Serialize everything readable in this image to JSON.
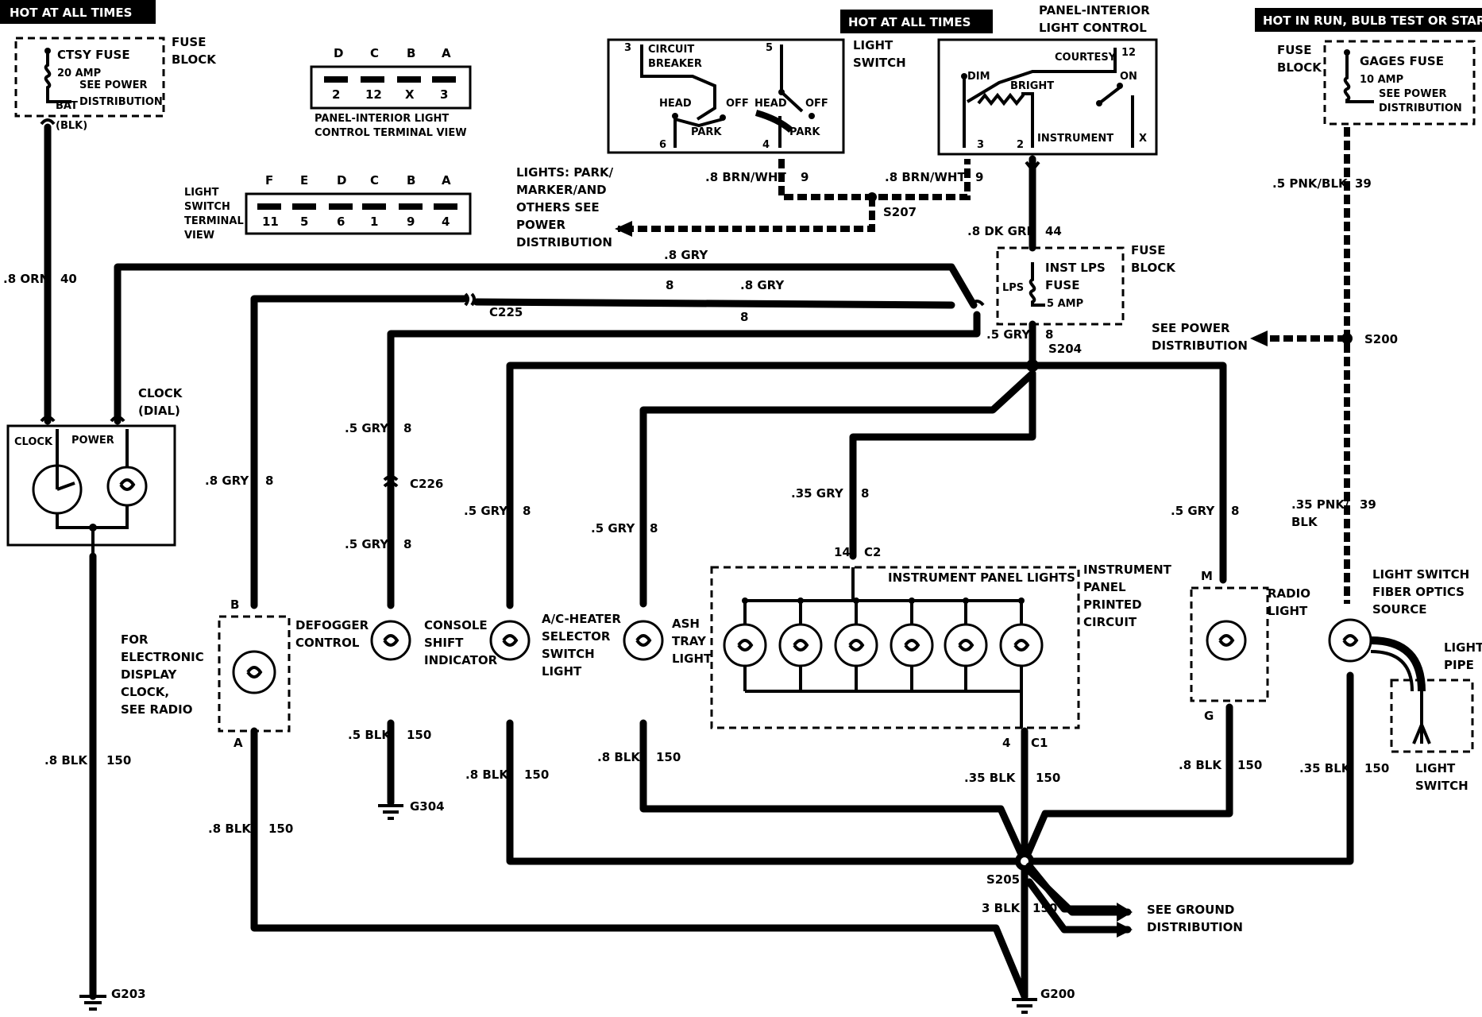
{
  "headers": {
    "left": "HOT AT ALL TIMES",
    "middle": "HOT AT ALL TIMES",
    "right": "HOT IN RUN, BULB TEST OR START"
  },
  "fuse_block_left": {
    "side_label": [
      "FUSE",
      "BLOCK"
    ],
    "fuse": "CTSY FUSE",
    "amp": "20 AMP",
    "note": [
      "SEE POWER",
      "DISTRIBUTION"
    ],
    "bat": "BAT",
    "blk": "(BLK)"
  },
  "panel_terminal_view": {
    "letters": [
      "D",
      "C",
      "B",
      "A"
    ],
    "numbers": [
      "2",
      "12",
      "X",
      "3"
    ],
    "caption": [
      "PANEL-INTERIOR LIGHT",
      "CONTROL TERMINAL VIEW"
    ]
  },
  "light_switch_terminal_view": {
    "side_label": [
      "LIGHT",
      "SWITCH",
      "TERMINAL",
      "VIEW"
    ],
    "letters": [
      "F",
      "E",
      "D",
      "C",
      "B",
      "A"
    ],
    "numbers": [
      "11",
      "5",
      "6",
      "1",
      "9",
      "4"
    ]
  },
  "light_switch": {
    "label": [
      "LIGHT",
      "SWITCH"
    ],
    "circuit_breaker": [
      "CIRCUIT",
      "BREAKER"
    ],
    "head": "HEAD",
    "off": "OFF",
    "park": "PARK",
    "pins": [
      "3",
      "5",
      "6",
      "4"
    ]
  },
  "panel_control": {
    "title": [
      "PANEL-INTERIOR",
      "LIGHT CONTROL"
    ],
    "courtesy": "COURTESY",
    "on": "ON",
    "dim": "DIM",
    "bright": "BRIGHT",
    "instrument": "INSTRUMENT",
    "pins": [
      "12",
      "3",
      "2",
      "X"
    ]
  },
  "gages_fuse": {
    "side_label": [
      "FUSE",
      "BLOCK"
    ],
    "fuse": "GAGES FUSE",
    "amp": "10 AMP",
    "note": [
      "SEE POWER",
      "DISTRIBUTION"
    ]
  },
  "inst_fuse": {
    "title": [
      "INST LPS",
      "FUSE"
    ],
    "amp": "5 AMP",
    "lps": "LPS",
    "side_label": [
      "FUSE",
      "BLOCK"
    ]
  },
  "lights_note": [
    "LIGHTS: PARK/",
    "MARKER/AND",
    "OTHERS SEE",
    "POWER",
    "DISTRIBUTION"
  ],
  "see_power_distribution": [
    "SEE POWER",
    "DISTRIBUTION"
  ],
  "see_ground_distribution": [
    "SEE GROUND",
    "DISTRIBUTION"
  ],
  "splices": [
    "S207",
    "S204",
    "S200",
    "S205"
  ],
  "connectors": [
    "C225",
    "C226",
    "C2",
    "C1"
  ],
  "grounds": [
    "G203",
    "G304",
    "G200"
  ],
  "wires": {
    "orn": ".8 ORN",
    "orn_num": "40",
    "gry8": ".8 GRY",
    "gry5": ".5 GRY",
    "gry35": ".35 GRY",
    "gry_num": "8",
    "brnwht": ".8 BRN/WHT",
    "brnwht_num": "9",
    "dkgrn": ".8 DK GRN",
    "dkgrn_num": "44",
    "pnkblk5": ".5 PNK/BLK",
    "pnkblk35a": ".35 PNK/",
    "pnkblk35b": "BLK",
    "pnk_num": "39",
    "blk8": ".8 BLK",
    "blk5": ".5 BLK",
    "blk35": ".35 BLK",
    "blk3": "3 BLK",
    "blk_num": "150"
  },
  "clock": {
    "label": [
      "CLOCK",
      "(DIAL)"
    ],
    "clock": "CLOCK",
    "power": "POWER",
    "note": [
      "FOR",
      "ELECTRONIC",
      "DISPLAY",
      "CLOCK,",
      "SEE RADIO"
    ]
  },
  "components": {
    "defogger": [
      "DEFOGGER",
      "CONTROL"
    ],
    "console": [
      "CONSOLE",
      "SHIFT",
      "INDICATOR"
    ],
    "ac_heater": [
      "A/C-HEATER",
      "SELECTOR",
      "SWITCH",
      "LIGHT"
    ],
    "ash_tray": [
      "ASH",
      "TRAY",
      "LIGHT"
    ],
    "instrument_panel_lights": "INSTRUMENT PANEL LIGHTS",
    "printed_circuit": [
      "INSTRUMENT",
      "PANEL",
      "PRINTED",
      "CIRCUIT"
    ],
    "radio": [
      "RADIO",
      "LIGHT"
    ],
    "fiber_optics": [
      "LIGHT SWITCH",
      "FIBER OPTICS",
      "SOURCE"
    ],
    "light_pipe": [
      "LIGHT",
      "PIPE"
    ],
    "light_switch_bottom": [
      "LIGHT",
      "SWITCH"
    ]
  },
  "pin_labels": {
    "defog_top": "B",
    "defog_bottom": "A",
    "radio_top": "M",
    "radio_bottom": "G",
    "c2_pin": "14",
    "c1_pin": "4"
  }
}
